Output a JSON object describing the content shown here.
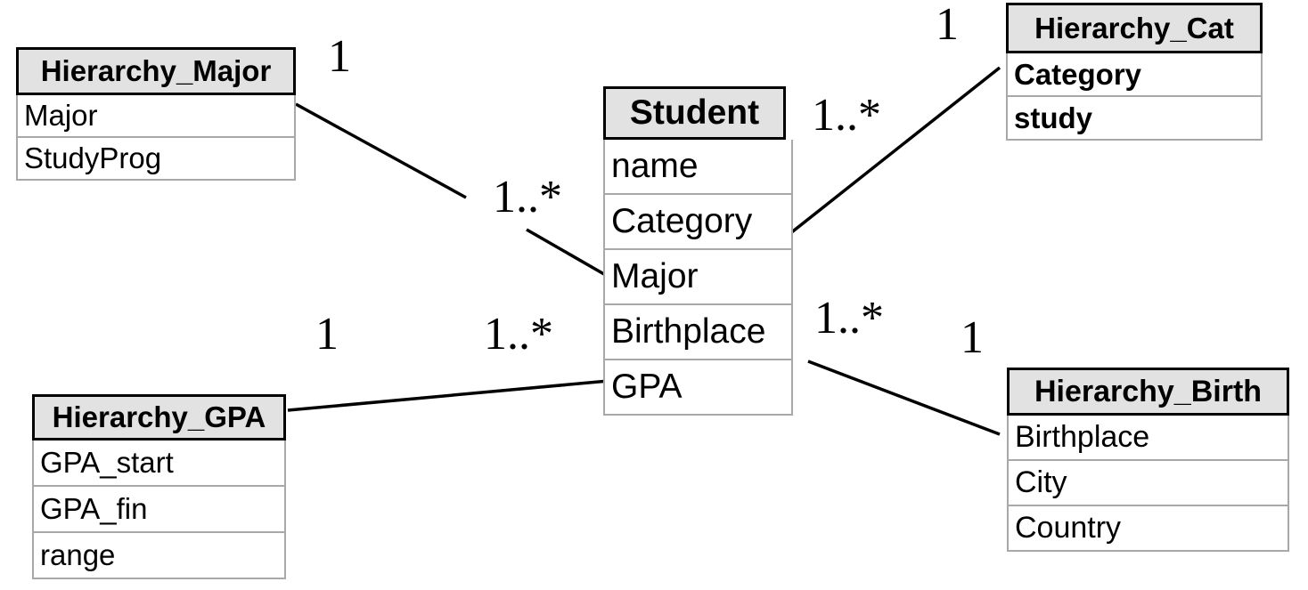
{
  "diagram_type": "entity-relationship",
  "entities": {
    "hierarchy_major": {
      "title": "Hierarchy_Major",
      "attributes": [
        "Major",
        "StudyProg"
      ]
    },
    "hierarchy_cat": {
      "title": "Hierarchy_Cat",
      "attributes": [
        "Category",
        "study"
      ]
    },
    "student": {
      "title": "Student",
      "attributes": [
        "name",
        "Category",
        "Major",
        "Birthplace",
        "GPA"
      ]
    },
    "hierarchy_gpa": {
      "title": "Hierarchy_GPA",
      "attributes": [
        "GPA_start",
        "GPA_fin",
        "range"
      ]
    },
    "hierarchy_birth": {
      "title": "Hierarchy_Birth",
      "attributes": [
        "Birthplace",
        "City",
        "Country"
      ]
    }
  },
  "relationships": [
    {
      "from": "Hierarchy_Major",
      "to": "Student.Major",
      "from_cardinality": "1",
      "to_cardinality": "1..*"
    },
    {
      "from": "Hierarchy_Cat",
      "to": "Student.Category",
      "from_cardinality": "1",
      "to_cardinality": "1..*"
    },
    {
      "from": "Hierarchy_GPA",
      "to": "Student.GPA",
      "from_cardinality": "1",
      "to_cardinality": "1..*"
    },
    {
      "from": "Hierarchy_Birth",
      "to": "Student.Birthplace",
      "from_cardinality": "1",
      "to_cardinality": "1..*"
    }
  ],
  "colors": {
    "background": "#ffffff",
    "header_bg": "#e2e2e2",
    "header_border": "#000000",
    "row_border": "#a8a8a8",
    "line": "#000000",
    "text": "#000000"
  }
}
